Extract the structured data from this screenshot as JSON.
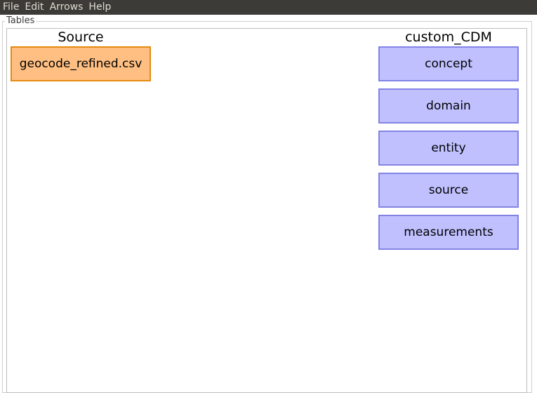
{
  "menu": {
    "file": "File",
    "edit": "Edit",
    "arrows": "Arrows",
    "help": "Help"
  },
  "tables_group": {
    "label": "Tables"
  },
  "source": {
    "heading": "Source",
    "tables": [
      "geocode_refined.csv"
    ]
  },
  "target": {
    "heading": "custom_CDM",
    "tables": [
      "concept",
      "domain",
      "entity",
      "source",
      "measurements"
    ]
  },
  "colors": {
    "menubar_bg": "#3c3b37",
    "source_fill": "#ffbf82",
    "source_border": "#e58a10",
    "target_fill": "#c0c0ff",
    "target_border": "#8383e6"
  }
}
